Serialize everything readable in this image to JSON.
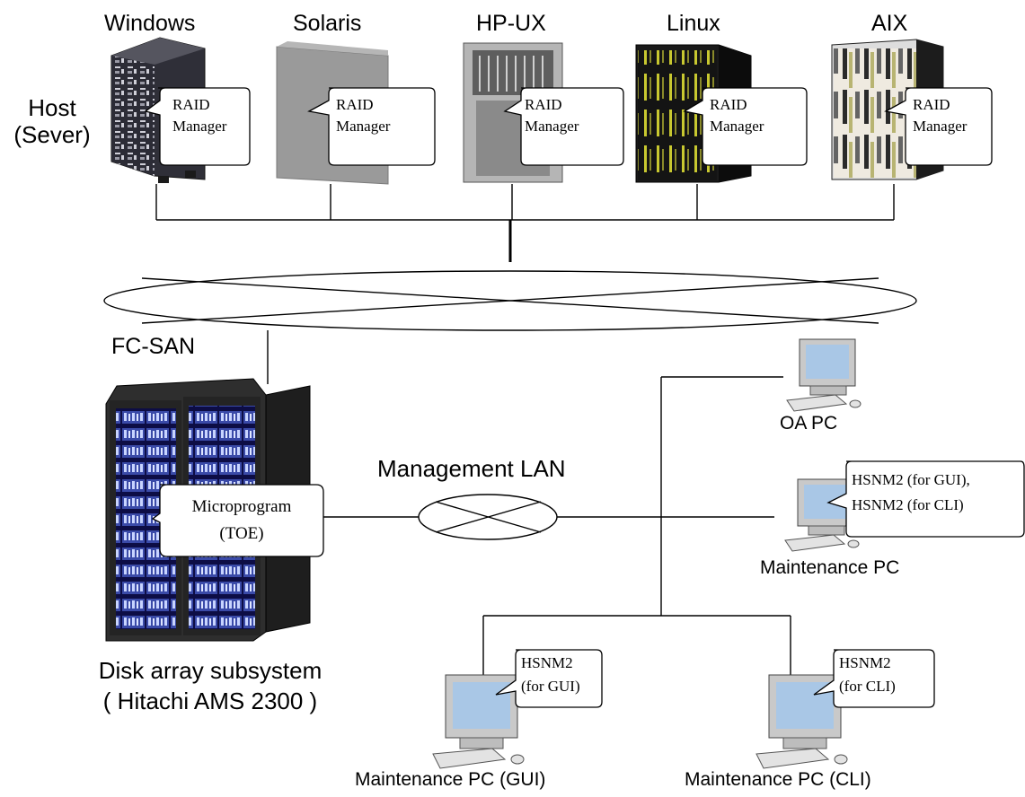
{
  "host_label_line1": "Host",
  "host_label_line2": "(Sever)",
  "hosts": [
    {
      "os": "Windows",
      "callout_line1": "RAID",
      "callout_line2": "Manager"
    },
    {
      "os": "Solaris",
      "callout_line1": "RAID",
      "callout_line2": "Manager"
    },
    {
      "os": "HP-UX",
      "callout_line1": "RAID",
      "callout_line2": "Manager"
    },
    {
      "os": "Linux",
      "callout_line1": "RAID",
      "callout_line2": "Manager"
    },
    {
      "os": "AIX",
      "callout_line1": "RAID",
      "callout_line2": "Manager"
    }
  ],
  "fc_san_label": "FC-SAN",
  "management_lan_label": "Management LAN",
  "storage": {
    "name_line1": "Disk array subsystem",
    "name_line2": "( Hitachi AMS 2300 )",
    "callout_line1": "Microprogram",
    "callout_line2": "(TOE)"
  },
  "pcs": {
    "oa": {
      "label": "OA PC"
    },
    "maintenance": {
      "label": "Maintenance PC",
      "callout_line1": "HSNM2 (for GUI),",
      "callout_line2": "HSNM2 (for CLI)"
    },
    "maintenance_gui": {
      "label": "Maintenance PC (GUI)",
      "callout_line1": "HSNM2",
      "callout_line2": "(for GUI)"
    },
    "maintenance_cli": {
      "label": "Maintenance PC (CLI)",
      "callout_line1": "HSNM2",
      "callout_line2": "(for CLI)"
    }
  }
}
